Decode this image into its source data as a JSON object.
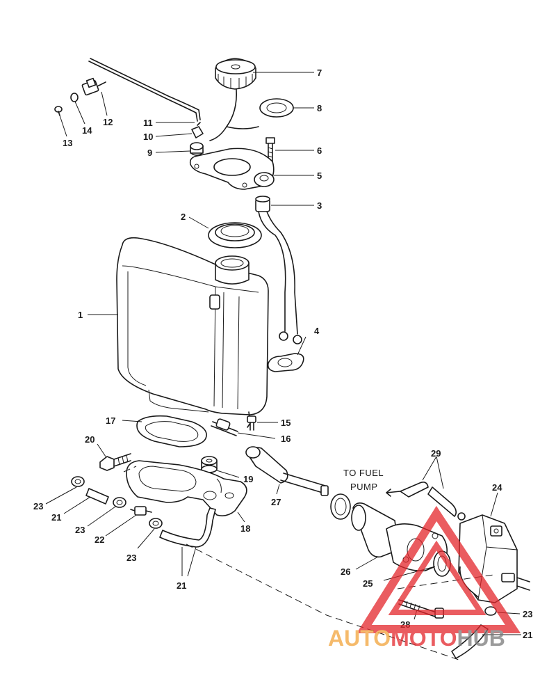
{
  "diagram": {
    "labels": {
      "l1": "1",
      "l2": "2",
      "l3": "3",
      "l4": "4",
      "l5": "5",
      "l6": "6",
      "l7": "7",
      "l8": "8",
      "l9": "9",
      "l10": "10",
      "l11": "11",
      "l12": "12",
      "l13": "13",
      "l14": "14",
      "l15": "15",
      "l16": "16",
      "l17": "17",
      "l18": "18",
      "l19": "19",
      "l20": "20",
      "l21a": "21",
      "l21b": "21",
      "l21c": "21",
      "l22": "22",
      "l23a": "23",
      "l23b": "23",
      "l23c": "23",
      "l23d": "23",
      "l24": "24",
      "l25": "25",
      "l26": "26",
      "l27": "27",
      "l28": "28",
      "l29": "29"
    },
    "note_line1": "TO FUEL",
    "note_line2": "PUMP"
  },
  "watermark": {
    "part1": "AUTO",
    "part2": "MOTO",
    "part3": "HUB",
    "color_orange": "#f2a33a",
    "color_red": "#e4262b",
    "color_gray": "#7a7a7a"
  }
}
